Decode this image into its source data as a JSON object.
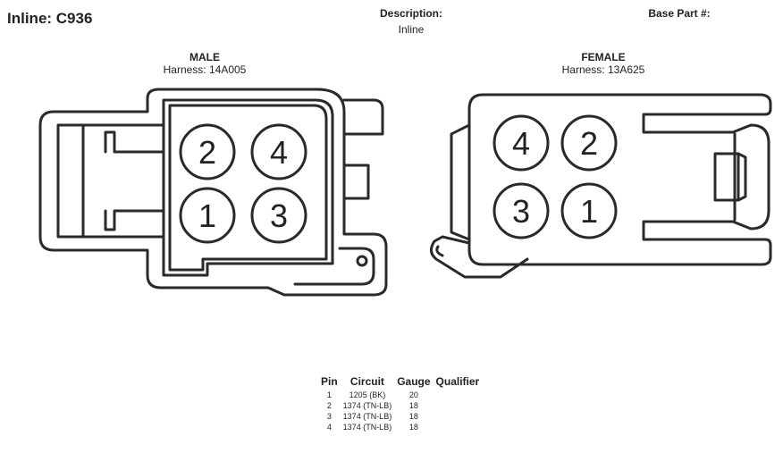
{
  "header": {
    "title": "Inline: C936",
    "description_label": "Description:",
    "description_value": "Inline",
    "base_part_label": "Base Part #:"
  },
  "male": {
    "title": "MALE",
    "harness": "Harness: 14A005",
    "pins": [
      "2",
      "4",
      "1",
      "3"
    ]
  },
  "female": {
    "title": "FEMALE",
    "harness": "Harness: 13A625",
    "pins": [
      "4",
      "2",
      "3",
      "1"
    ]
  },
  "pin_table": {
    "headers": [
      "Pin",
      "Circuit",
      "Gauge",
      "Qualifier"
    ],
    "rows": [
      {
        "pin": "1",
        "circuit": "1205 (BK)",
        "gauge": "20",
        "qualifier": ""
      },
      {
        "pin": "2",
        "circuit": "1374 (TN-LB)",
        "gauge": "18",
        "qualifier": ""
      },
      {
        "pin": "3",
        "circuit": "1374 (TN-LB)",
        "gauge": "18",
        "qualifier": ""
      },
      {
        "pin": "4",
        "circuit": "1374 (TN-LB)",
        "gauge": "18",
        "qualifier": ""
      }
    ]
  }
}
